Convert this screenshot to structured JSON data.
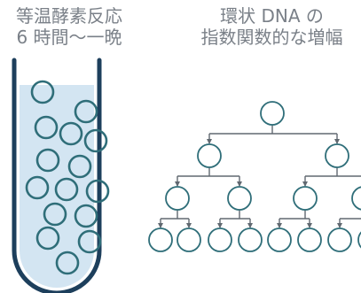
{
  "left_panel": {
    "caption_line1": "等温酵素反応",
    "caption_line2": "6 時間～一晩"
  },
  "right_panel": {
    "caption_line1": "環状 DNA の",
    "caption_line2": "指数関数的な増幅"
  },
  "colors": {
    "caption_text": "#7a8088",
    "tube_outline": "#1d3f5c",
    "tube_liquid": "#d3e5f2",
    "circle_stroke": "#2f6e79",
    "tree_line": "#606870"
  },
  "icons": {
    "tube": "test-tube-icon",
    "circle": "circular-dna-icon",
    "tree": "branching-tree-diagram"
  }
}
